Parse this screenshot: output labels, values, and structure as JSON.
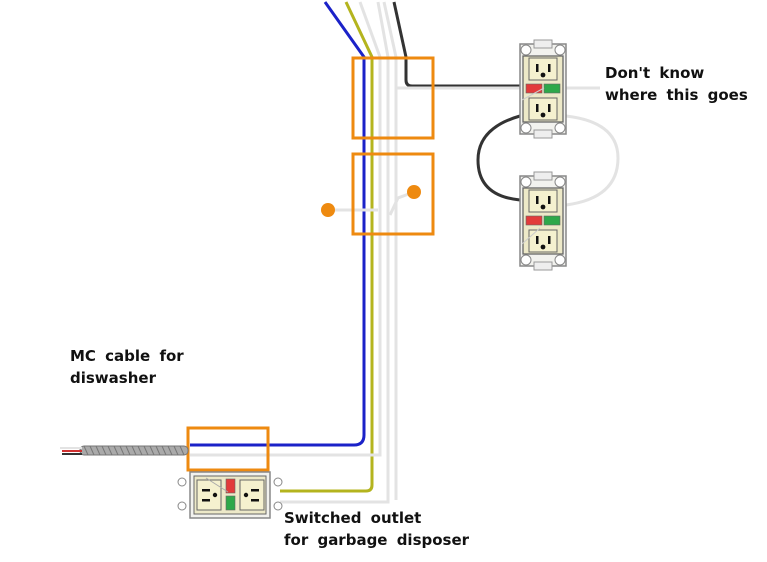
{
  "labels": {
    "unknown_line1": "Don't know",
    "unknown_line2": "where this goes",
    "mc_line1": "MC cable for",
    "mc_line2": "diswasher",
    "switched_line1": "Switched outlet",
    "switched_line2": "for garbage disposer"
  },
  "wire_colors": {
    "blue": "#1b22c8",
    "yellow": "#b4b41e",
    "black": "#333333",
    "white": "#e6e6e6",
    "box": "#ee8a10"
  },
  "components": {
    "junction_boxes": 3,
    "receptacles_upper": 2,
    "receptacle_lower": 1
  }
}
